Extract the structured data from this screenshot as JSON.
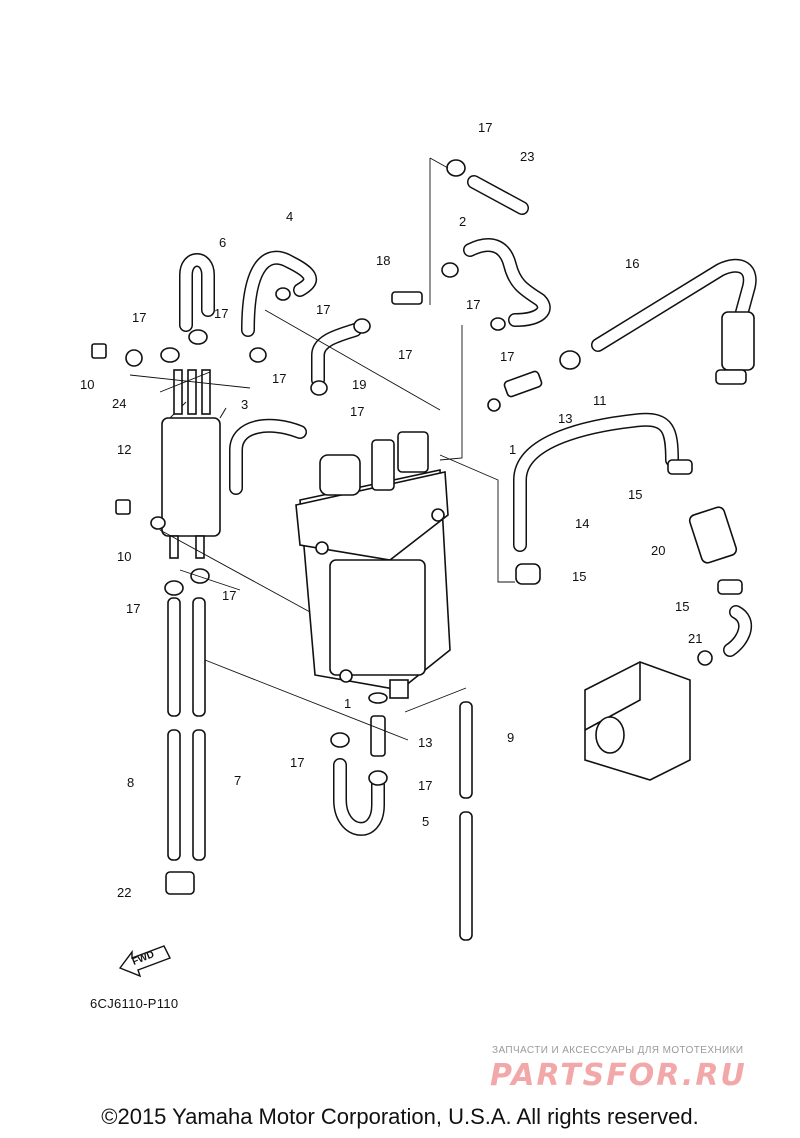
{
  "callouts": [
    "1",
    "1",
    "2",
    "3",
    "4",
    "5",
    "6",
    "7",
    "8",
    "9",
    "10",
    "10",
    "11",
    "12",
    "13",
    "13",
    "14",
    "15",
    "15",
    "15",
    "16",
    "17",
    "17",
    "17",
    "17",
    "17",
    "17",
    "17",
    "17",
    "17",
    "17",
    "17",
    "17",
    "17",
    "17",
    "17",
    "18",
    "19",
    "20",
    "21",
    "22",
    "23",
    "24"
  ],
  "diagram_code": "6CJ6110-P110",
  "fwd_label": "FWD",
  "watermark": {
    "subtitle": "ЗАПЧАСТИ И АКСЕССУАРЫ ДЛЯ МОТОТЕХНИКИ",
    "brand": "PARTSFOR.RU"
  },
  "copyright": "©2015 Yamaha Motor Corporation, U.S.A. All rights reserved.",
  "colors": {
    "line": "#111111",
    "watermark": "#f2a8a8",
    "background": "#ffffff"
  }
}
